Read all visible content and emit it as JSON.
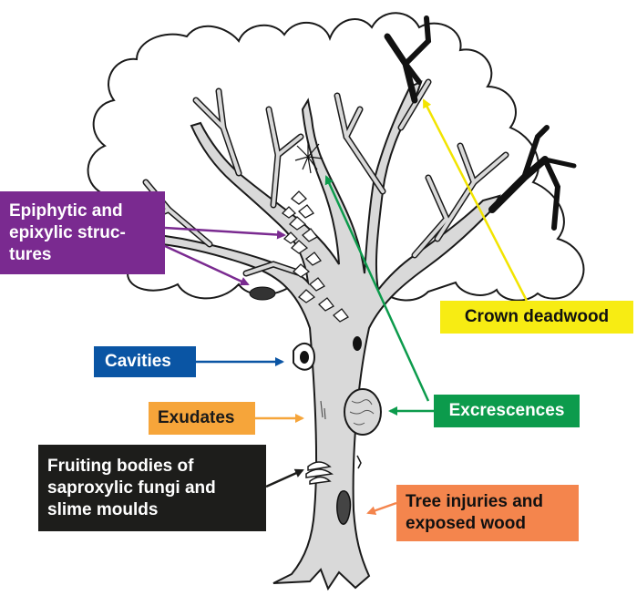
{
  "labels": {
    "epiphytic": "Epiphytic and\nepixylic struc-\ntures",
    "crown_deadwood": "Crown deadwood",
    "cavities": "Cavities",
    "exudates": "Exudates",
    "excrescences": "Excrescences",
    "fruiting_bodies": "Fruiting bodies of\nsaproxylic fungi and\nslime moulds",
    "tree_injuries": "Tree injuries and\nexposed wood"
  },
  "colors": {
    "epiphytic": "#7a2a90",
    "crown_deadwood": "#f7ec13",
    "cavities": "#0a55a4",
    "exudates": "#f6a53a",
    "excrescences": "#0c9b4c",
    "fruiting_bodies": "#1d1d1b",
    "tree_injuries": "#f4854d",
    "tree_fill": "#d9d9d9",
    "outline": "#1a1a1a"
  }
}
